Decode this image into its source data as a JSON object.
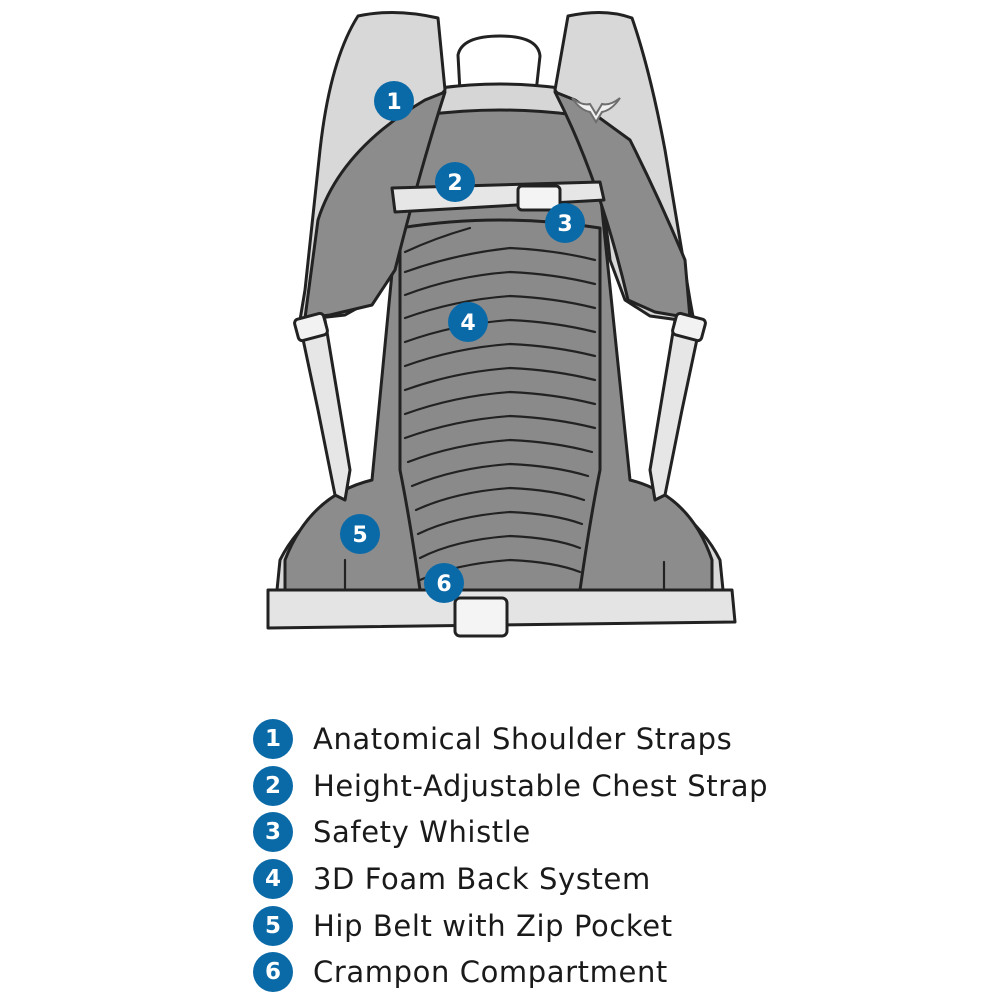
{
  "colors": {
    "marker": "#0a6aa8",
    "outline": "#222222",
    "light_fabric": "#d8d8d8",
    "dark_fabric": "#8c8c8c"
  },
  "markers": [
    "1",
    "2",
    "3",
    "4",
    "5",
    "6"
  ],
  "legend": [
    {
      "number": "1",
      "label": "Anatomical Shoulder Straps"
    },
    {
      "number": "2",
      "label": "Height-Adjustable Chest Strap"
    },
    {
      "number": "3",
      "label": "Safety Whistle"
    },
    {
      "number": "4",
      "label": "3D Foam Back System"
    },
    {
      "number": "5",
      "label": "Hip Belt with Zip Pocket"
    },
    {
      "number": "6",
      "label": "Crampon Compartment"
    }
  ],
  "icons": {
    "logo": "brand-logo-icon"
  }
}
